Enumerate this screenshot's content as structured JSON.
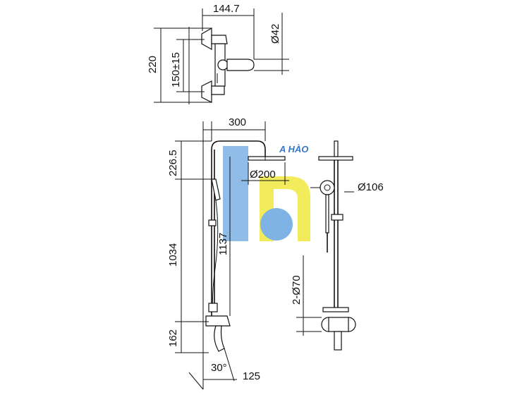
{
  "dimensions": {
    "mixer_width": "144.7",
    "outlet_dia": "Ø42",
    "mixer_height": "220",
    "inlet_spacing": "150±15",
    "head_reach": "300",
    "head_drop": "226.5",
    "head_dia": "Ø200",
    "hand_dia": "Ø106",
    "column_height": "1034",
    "overall_height": "1137",
    "mixer_offset": "162",
    "angle": "30°",
    "spout_length": "125",
    "inlet_dia": "2-Ø70"
  },
  "watermark": {
    "text": "A HÀO",
    "colors": {
      "blue": "#8fbde8",
      "yellow": "#f2ec5c",
      "circle": "#7fb3e6"
    }
  }
}
